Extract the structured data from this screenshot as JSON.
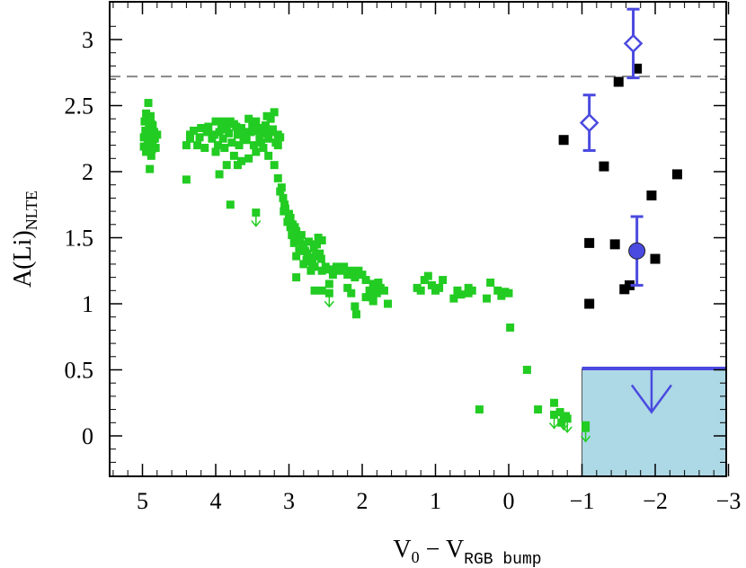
{
  "chart_data": {
    "type": "scatter",
    "title": "",
    "xlabel": {
      "main": "V",
      "sub0": "0",
      "dash": " − ",
      "main2": "V",
      "sub2": "RGB bump"
    },
    "ylabel": {
      "main": "A(Li)",
      "sub": "NLTE"
    },
    "xlim": [
      5.5,
      -3.0
    ],
    "ylim": [
      -0.3,
      3.28
    ],
    "xticks": [
      {
        "value": 5,
        "label": "5"
      },
      {
        "value": 4,
        "label": "4"
      },
      {
        "value": 3,
        "label": "3"
      },
      {
        "value": 2,
        "label": "2"
      },
      {
        "value": 1,
        "label": "1"
      },
      {
        "value": 0,
        "label": "0"
      },
      {
        "value": -1,
        "label": "−1"
      },
      {
        "value": -2,
        "label": "−2"
      },
      {
        "value": -3,
        "label": "−3"
      }
    ],
    "yticks": [
      {
        "value": 0,
        "label": "0"
      },
      {
        "value": 0.5,
        "label": "0.5"
      },
      {
        "value": 1,
        "label": "1"
      },
      {
        "value": 1.5,
        "label": "1.5"
      },
      {
        "value": 2,
        "label": "2"
      },
      {
        "value": 2.5,
        "label": "2.5"
      },
      {
        "value": 3,
        "label": "3"
      }
    ],
    "reference_line": {
      "y": 2.72,
      "style": "dashed",
      "color": "#888888"
    },
    "shaded_region": {
      "x": [
        -1.0,
        -3.0
      ],
      "y": [
        -0.3,
        0.51
      ],
      "color": "#add8e6",
      "edge_color": "#4a4ae0"
    },
    "region_upper_limit": {
      "x": -1.95,
      "y": 0.51,
      "y_to": 0.18
    },
    "series": [
      {
        "marker": "square",
        "color": "#22cc22",
        "points": [
          [
            4.92,
            2.52
          ],
          [
            4.95,
            2.44
          ],
          [
            4.88,
            2.36
          ],
          [
            4.97,
            2.38
          ],
          [
            4.84,
            2.3
          ],
          [
            4.9,
            2.28
          ],
          [
            4.98,
            2.26
          ],
          [
            4.86,
            2.22
          ],
          [
            4.93,
            2.2
          ],
          [
            4.82,
            2.18
          ],
          [
            4.95,
            2.15
          ],
          [
            4.88,
            2.12
          ],
          [
            4.91,
            2.33
          ],
          [
            4.83,
            2.25
          ],
          [
            4.96,
            2.31
          ],
          [
            4.87,
            2.17
          ],
          [
            4.93,
            2.4
          ],
          [
            4.8,
            2.28
          ],
          [
            4.89,
            2.42
          ],
          [
            4.98,
            2.19
          ],
          [
            4.86,
            2.35
          ],
          [
            4.92,
            2.23
          ],
          [
            4.9,
            2.02
          ],
          [
            4.4,
            2.2
          ],
          [
            4.35,
            2.25
          ],
          [
            4.3,
            2.31
          ],
          [
            4.2,
            2.33
          ],
          [
            4.1,
            2.34
          ],
          [
            4.0,
            2.38
          ],
          [
            3.95,
            2.3
          ],
          [
            3.9,
            2.25
          ],
          [
            3.85,
            2.32
          ],
          [
            3.8,
            2.38
          ],
          [
            3.75,
            2.36
          ],
          [
            3.7,
            2.28
          ],
          [
            3.65,
            2.33
          ],
          [
            3.6,
            2.3
          ],
          [
            3.55,
            2.4
          ],
          [
            3.5,
            2.35
          ],
          [
            3.45,
            2.38
          ],
          [
            3.4,
            2.33
          ],
          [
            3.35,
            2.29
          ],
          [
            3.3,
            2.42
          ],
          [
            3.25,
            2.4
          ],
          [
            3.2,
            2.45
          ],
          [
            4.25,
            2.2
          ],
          [
            4.15,
            2.18
          ],
          [
            4.05,
            2.25
          ],
          [
            3.97,
            2.2
          ],
          [
            3.88,
            2.18
          ],
          [
            3.78,
            2.22
          ],
          [
            3.68,
            2.2
          ],
          [
            3.58,
            2.24
          ],
          [
            3.48,
            2.2
          ],
          [
            3.38,
            2.22
          ],
          [
            3.28,
            2.25
          ],
          [
            3.18,
            2.22
          ],
          [
            4.35,
            2.28
          ],
          [
            4.22,
            2.26
          ],
          [
            4.12,
            2.3
          ],
          [
            4.02,
            2.28
          ],
          [
            3.92,
            2.33
          ],
          [
            3.82,
            2.29
          ],
          [
            3.72,
            2.34
          ],
          [
            3.62,
            2.26
          ],
          [
            3.52,
            2.3
          ],
          [
            3.42,
            2.31
          ],
          [
            3.32,
            2.35
          ],
          [
            3.22,
            2.32
          ],
          [
            3.15,
            2.28
          ],
          [
            3.9,
            2.38
          ],
          [
            3.75,
            2.12
          ],
          [
            3.55,
            2.1
          ],
          [
            3.45,
            2.15
          ],
          [
            3.35,
            2.18
          ],
          [
            3.28,
            2.12
          ],
          [
            3.15,
            2.2
          ],
          [
            4.0,
            2.15
          ],
          [
            3.85,
            2.05
          ],
          [
            3.65,
            2.08
          ],
          [
            3.4,
            2.25
          ],
          [
            3.25,
            2.3
          ],
          [
            3.12,
            2.26
          ],
          [
            4.4,
            1.94
          ],
          [
            3.95,
            1.98
          ],
          [
            3.7,
            2.05
          ],
          [
            3.8,
            1.75
          ],
          [
            3.2,
            2.05
          ],
          [
            3.15,
            1.95
          ],
          [
            3.1,
            1.88
          ],
          [
            3.08,
            1.8
          ],
          [
            3.05,
            1.72
          ],
          [
            3.0,
            1.68
          ],
          [
            2.98,
            1.65
          ],
          [
            2.95,
            1.6
          ],
          [
            2.92,
            1.58
          ],
          [
            2.9,
            1.55
          ],
          [
            2.88,
            1.5
          ],
          [
            2.85,
            1.48
          ],
          [
            2.82,
            1.45
          ],
          [
            2.8,
            1.42
          ],
          [
            2.78,
            1.4
          ],
          [
            2.75,
            1.38
          ],
          [
            2.72,
            1.35
          ],
          [
            2.7,
            1.32
          ],
          [
            2.68,
            1.3
          ],
          [
            2.65,
            1.28
          ],
          [
            2.62,
            1.45
          ],
          [
            2.6,
            1.5
          ],
          [
            2.58,
            1.38
          ],
          [
            2.55,
            1.48
          ],
          [
            3.02,
            1.62
          ],
          [
            2.96,
            1.52
          ],
          [
            2.86,
            1.4
          ],
          [
            2.76,
            1.33
          ],
          [
            2.66,
            1.42
          ],
          [
            2.56,
            1.34
          ],
          [
            3.07,
            1.7
          ],
          [
            2.93,
            1.46
          ],
          [
            2.83,
            1.52
          ],
          [
            2.73,
            1.47
          ],
          [
            2.63,
            1.36
          ],
          [
            3.12,
            1.85
          ],
          [
            3.06,
            1.75
          ],
          [
            2.9,
            1.36
          ],
          [
            2.8,
            1.3
          ],
          [
            2.7,
            1.25
          ],
          [
            2.98,
            1.58
          ],
          [
            2.9,
            1.2
          ],
          [
            2.65,
            1.1
          ],
          [
            2.55,
            1.1
          ],
          [
            2.45,
            1.15
          ],
          [
            2.4,
            1.25
          ],
          [
            2.35,
            1.28
          ],
          [
            2.3,
            1.25
          ],
          [
            2.25,
            1.28
          ],
          [
            2.2,
            1.22
          ],
          [
            2.15,
            1.25
          ],
          [
            2.1,
            1.2
          ],
          [
            2.05,
            1.25
          ],
          [
            2.0,
            1.22
          ],
          [
            1.95,
            1.18
          ],
          [
            1.9,
            1.1
          ],
          [
            1.85,
            1.15
          ],
          [
            1.8,
            1.08
          ],
          [
            1.75,
            1.12
          ],
          [
            1.7,
            1.1
          ],
          [
            2.5,
            1.28
          ],
          [
            2.45,
            1.26
          ],
          [
            2.55,
            1.25
          ],
          [
            2.4,
            1.22
          ],
          [
            2.2,
            1.12
          ],
          [
            2.15,
            1.08
          ],
          [
            2.1,
            0.98
          ],
          [
            2.08,
            0.92
          ],
          [
            1.95,
            1.05
          ],
          [
            1.85,
            1.02
          ],
          [
            1.8,
            1.12
          ],
          [
            1.88,
            1.05
          ],
          [
            1.65,
            1.0
          ],
          [
            1.78,
            1.16
          ],
          [
            1.25,
            1.12
          ],
          [
            1.2,
            1.1
          ],
          [
            1.15,
            1.18
          ],
          [
            1.1,
            1.21
          ],
          [
            1.05,
            1.14
          ],
          [
            1.0,
            1.1
          ],
          [
            0.95,
            1.12
          ],
          [
            0.9,
            1.18
          ],
          [
            0.75,
            1.04
          ],
          [
            0.7,
            1.1
          ],
          [
            0.65,
            1.07
          ],
          [
            0.55,
            1.12
          ],
          [
            0.5,
            1.1
          ],
          [
            0.3,
            1.04
          ],
          [
            0.25,
            1.16
          ],
          [
            0.15,
            1.1
          ],
          [
            0.1,
            1.06
          ],
          [
            0.05,
            1.09
          ],
          [
            0.0,
            1.08
          ],
          [
            0.55,
            1.08
          ],
          [
            -0.02,
            0.82
          ],
          [
            -0.25,
            0.5
          ],
          [
            0.4,
            0.2
          ],
          [
            -0.4,
            0.2
          ],
          [
            -0.62,
            0.25
          ],
          [
            -0.7,
            0.18
          ],
          [
            -0.78,
            0.15
          ],
          [
            -0.72,
            0.1
          ],
          [
            -1.05,
            0.08
          ]
        ]
      },
      {
        "marker": "square",
        "color": "#000000",
        "points": [
          [
            -1.75,
            2.78
          ],
          [
            -1.5,
            2.68
          ],
          [
            -0.75,
            2.24
          ],
          [
            -1.3,
            2.04
          ],
          [
            -2.3,
            1.98
          ],
          [
            -1.95,
            1.82
          ],
          [
            -1.1,
            1.46
          ],
          [
            -1.45,
            1.45
          ],
          [
            -2.0,
            1.34
          ],
          [
            -1.58,
            1.11
          ],
          [
            -1.65,
            1.14
          ],
          [
            -1.1,
            1.0
          ]
        ]
      },
      {
        "marker": "circle",
        "color": "#4a4ae0",
        "points": [
          [
            -1.75,
            1.4
          ]
        ],
        "error": [
          [
            0.26
          ]
        ]
      },
      {
        "marker": "diamond-open",
        "color": "#4a4ae0",
        "points": [
          [
            -1.1,
            2.37
          ],
          [
            -1.7,
            2.97
          ]
        ],
        "error": [
          [
            0.21
          ],
          [
            0.26
          ]
        ]
      }
    ],
    "upper_limits": [
      [
        3.45,
        1.69
      ],
      [
        2.45,
        1.08
      ],
      [
        -0.62,
        0.16
      ],
      [
        -0.75,
        0.15
      ],
      [
        -0.8,
        0.13
      ],
      [
        -1.05,
        0.06
      ]
    ]
  }
}
